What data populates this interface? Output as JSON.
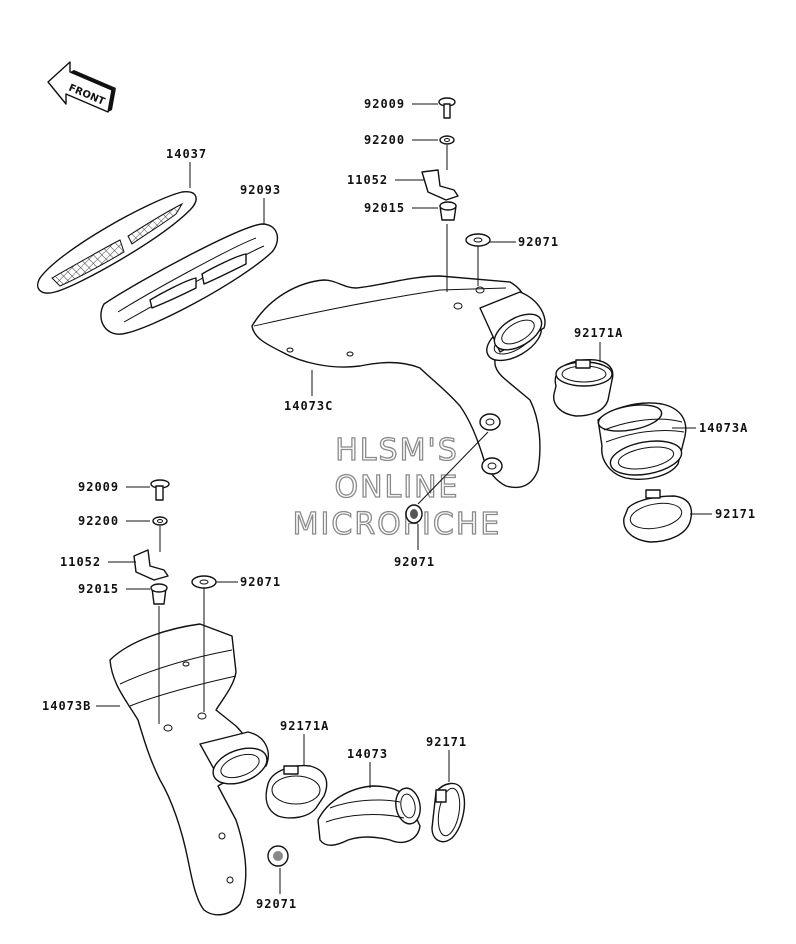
{
  "direction_label": "FRONT",
  "watermark": [
    "HLSM'S",
    "ONLINE",
    "MICROFICHE"
  ],
  "callouts": {
    "c01": "92009",
    "c02": "92200",
    "c03": "11052",
    "c04": "92015",
    "c05": "92071",
    "c06": "14037",
    "c07": "92093",
    "c08": "14073C",
    "c09": "92171A",
    "c10": "14073A",
    "c11": "92171",
    "c12": "92071",
    "c13": "92009",
    "c14": "92200",
    "c15": "11052",
    "c16": "92015",
    "c17": "92071",
    "c18": "14073B",
    "c19": "92171A",
    "c20": "14073",
    "c21": "92171",
    "c22": "92071"
  }
}
